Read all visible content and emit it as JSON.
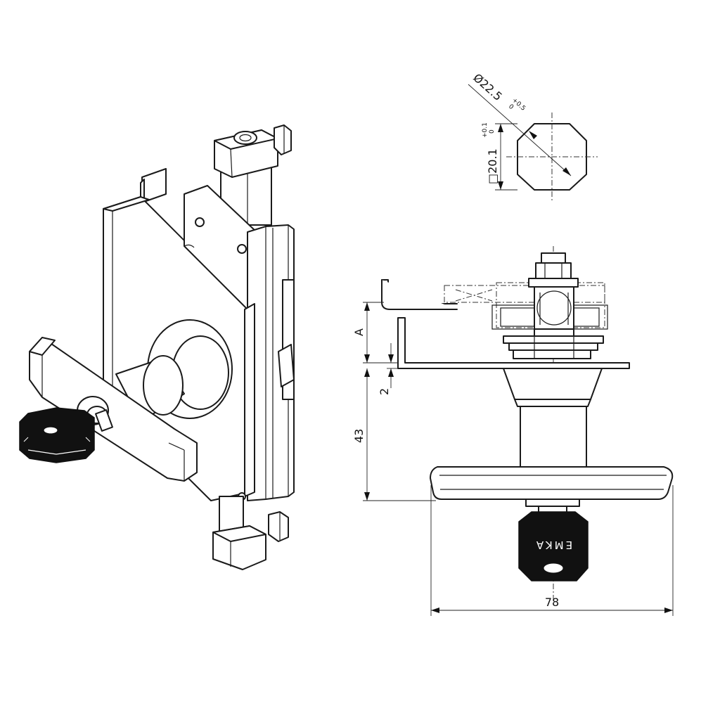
{
  "dimensions": {
    "diameter": "Ø22.5",
    "diameter_tol_upper": "+0.5",
    "diameter_tol_lower": "0",
    "square": "□20.1",
    "square_tol_upper": "+0.1",
    "square_tol_lower": "0",
    "a": "A",
    "two": "2",
    "forty_three": "43",
    "seventy_eight": "78"
  },
  "key": {
    "brand": "EMKA"
  }
}
